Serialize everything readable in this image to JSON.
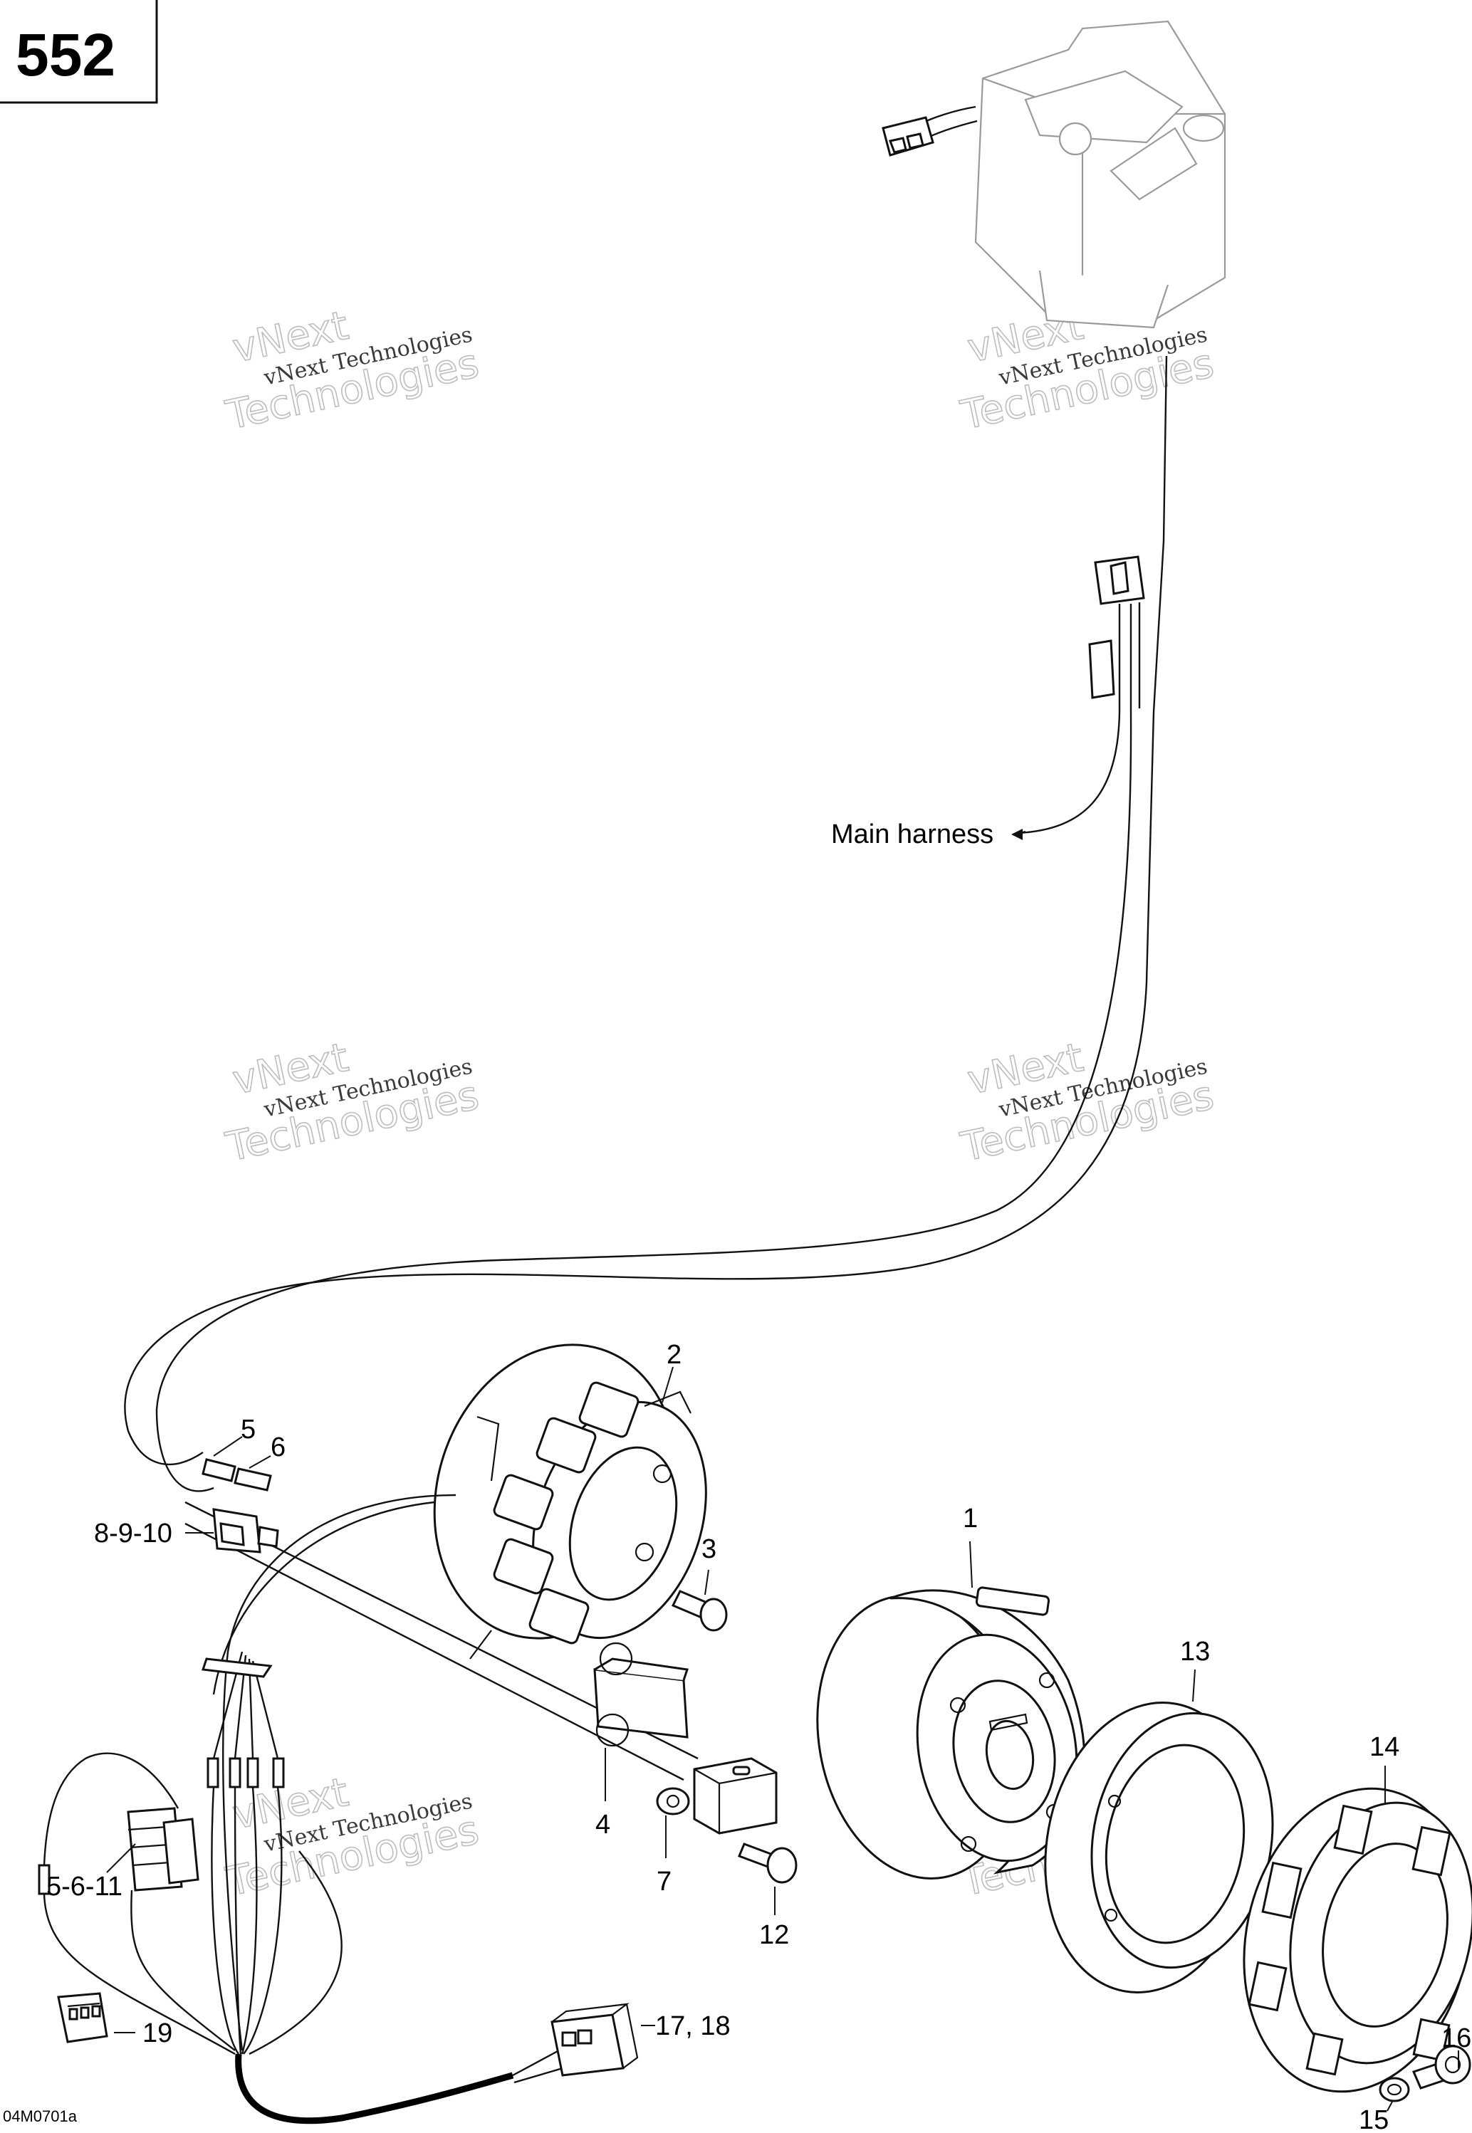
{
  "page": {
    "number": "552",
    "figure_ref": "04M0701a"
  },
  "watermark": {
    "line1": "vNext Technologies",
    "line2": "vNext",
    "line3": "Technologies"
  },
  "callouts": {
    "main_harness": "Main harness",
    "c1": "1",
    "c2": "2",
    "c3": "3",
    "c4": "4",
    "c5": "5",
    "c6": "6",
    "c7": "7",
    "c8_9_10": "8-9-10",
    "c12": "12",
    "c13": "13",
    "c14": "14",
    "c15": "15",
    "c16": "16",
    "c5_6_11": "5-6-11",
    "c17_18": "17, 18",
    "c19": "19"
  }
}
